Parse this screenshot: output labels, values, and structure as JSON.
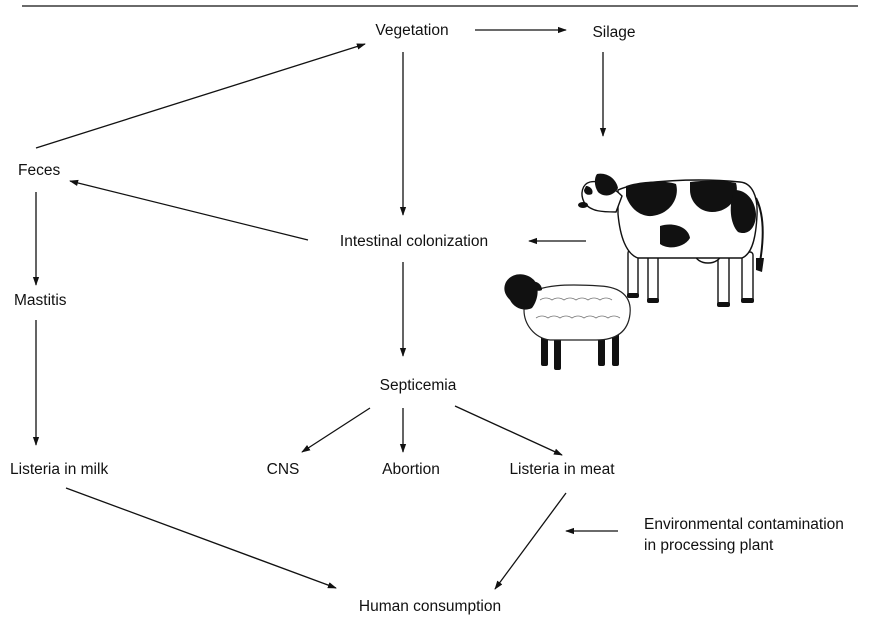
{
  "diagram": {
    "nodes": {
      "vegetation": "Vegetation",
      "silage": "Silage",
      "feces": "Feces",
      "intestinal_colonization": "Intestinal colonization",
      "mastitis": "Mastitis",
      "septicemia": "Septicemia",
      "listeria_in_milk": "Listeria in milk",
      "cns": "CNS",
      "abortion": "Abortion",
      "listeria_in_meat": "Listeria in meat",
      "environmental_contamination_line1": "Environmental contamination",
      "environmental_contamination_line2": "in processing plant",
      "human_consumption": "Human consumption"
    },
    "edges": [
      {
        "from": "Vegetation",
        "to": "Silage"
      },
      {
        "from": "Silage",
        "to": "cow"
      },
      {
        "from": "Vegetation",
        "to": "Intestinal colonization"
      },
      {
        "from": "cow",
        "to": "Intestinal colonization"
      },
      {
        "from": "Intestinal colonization",
        "to": "Feces"
      },
      {
        "from": "Feces",
        "to": "Vegetation"
      },
      {
        "from": "Feces",
        "to": "Mastitis"
      },
      {
        "from": "Mastitis",
        "to": "Listeria in milk"
      },
      {
        "from": "Intestinal colonization",
        "to": "Septicemia"
      },
      {
        "from": "Septicemia",
        "to": "CNS"
      },
      {
        "from": "Septicemia",
        "to": "Abortion"
      },
      {
        "from": "Septicemia",
        "to": "Listeria in meat"
      },
      {
        "from": "Listeria in milk",
        "to": "Human consumption"
      },
      {
        "from": "Listeria in meat",
        "to": "Human consumption"
      },
      {
        "from": "Environmental contamination in processing plant",
        "to": "Listeria in meat → Human consumption"
      }
    ],
    "illustrations": [
      "cow-illustration",
      "sheep-illustration"
    ]
  }
}
